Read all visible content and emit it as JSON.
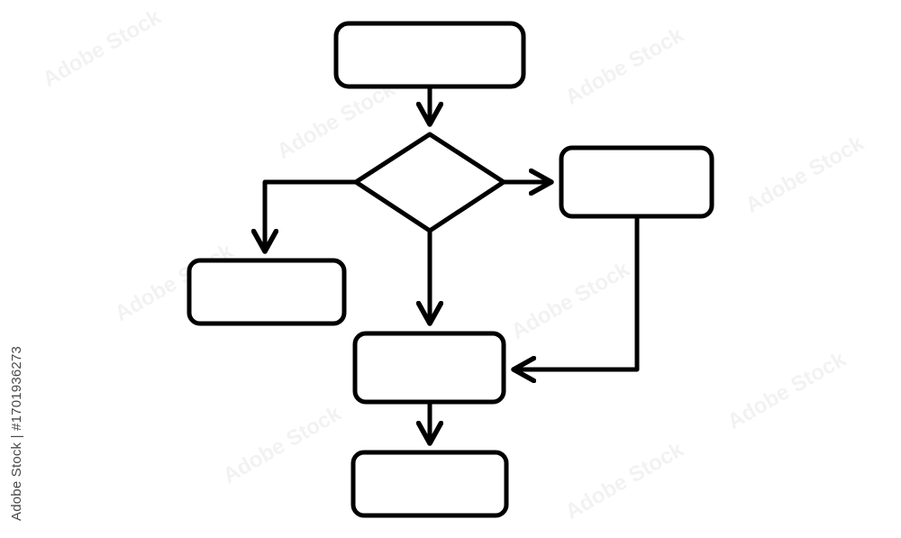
{
  "watermark": {
    "side_text": "Adobe Stock | #1701936273",
    "tile_text": "Adobe Stock"
  },
  "diagram": {
    "stroke_color": "#000000",
    "background_color": "#ffffff",
    "nodes": [
      {
        "id": "start",
        "shape": "rounded-rect"
      },
      {
        "id": "decision",
        "shape": "diamond"
      },
      {
        "id": "right",
        "shape": "rounded-rect"
      },
      {
        "id": "left",
        "shape": "rounded-rect"
      },
      {
        "id": "middle",
        "shape": "rounded-rect"
      },
      {
        "id": "end",
        "shape": "rounded-rect"
      }
    ],
    "edges": [
      {
        "from": "start",
        "to": "decision"
      },
      {
        "from": "decision",
        "to": "left"
      },
      {
        "from": "decision",
        "to": "right"
      },
      {
        "from": "decision",
        "to": "middle"
      },
      {
        "from": "right",
        "to": "middle"
      },
      {
        "from": "middle",
        "to": "end"
      }
    ]
  }
}
